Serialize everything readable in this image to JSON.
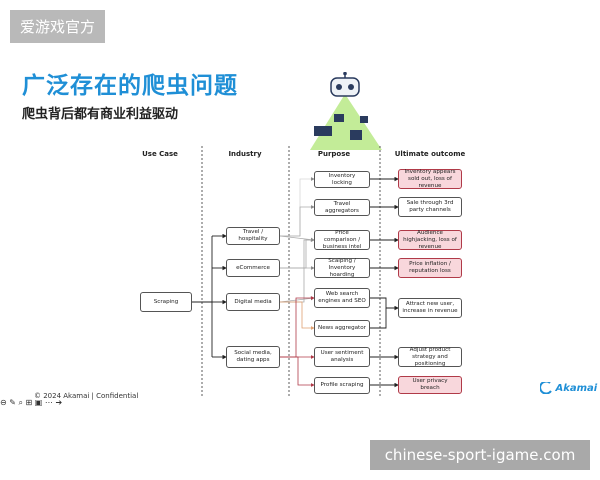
{
  "watermark_top": "爱游戏官方",
  "watermark_bottom": "chinese-sport-igame.com",
  "slide": {
    "title": "广泛存在的爬虫问题",
    "subtitle": "爬虫背后都有商业利益驱动",
    "footer": "© 2024 Akamai | Confidential",
    "logo": "Akamai"
  },
  "columns": {
    "use_case": "Use Case",
    "industry": "Industry",
    "purpose": "Purpose",
    "outcome": "Ultimate outcome"
  },
  "nodes": {
    "use_case": "Scraping",
    "industries": [
      "Travel / hospitality",
      "eCommerce",
      "Digital media",
      "Social media, dating apps"
    ],
    "purposes": [
      "Inventory locking",
      "Travel aggregators",
      "Price comparison / business intel",
      "Scalping / Inventory hoarding",
      "Web search engines and SEO",
      "News aggregator",
      "User sentiment analysis",
      "Profile scraping"
    ],
    "outcomes": [
      "Inventory appears sold out, loss of revenue",
      "Sale through 3rd party channels",
      "Audience highjacking, loss of revenue",
      "Price inflation / reputation loss",
      "Attract new user, increase in revenue",
      "Adjust product strategy and positioning",
      "User privacy breach"
    ]
  },
  "colors": {
    "title": "#1f8fd6",
    "red_outcome_fill": "#f8d7dc",
    "red_arrow": "#b03a48",
    "gray_arrow": "#8a8a8a"
  }
}
